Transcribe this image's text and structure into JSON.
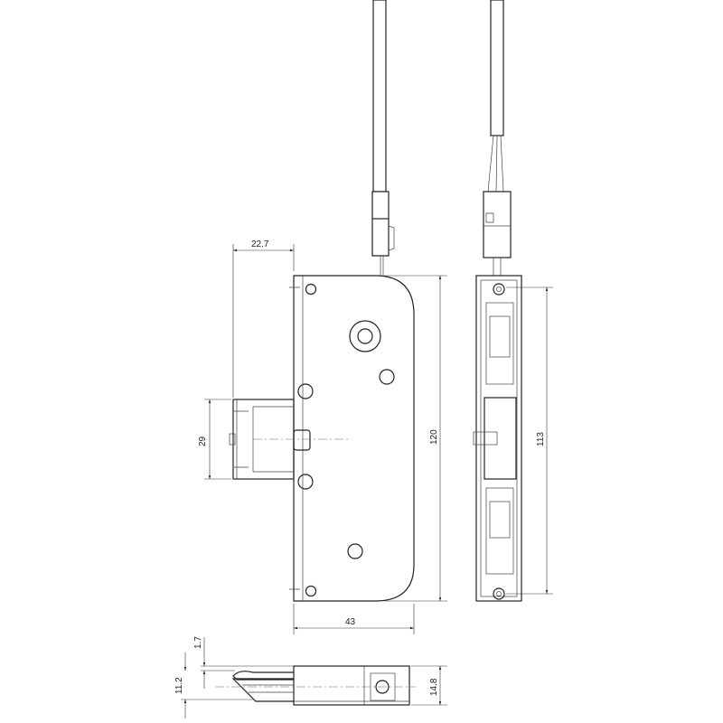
{
  "dimensions": {
    "bolt_projection": "22.7",
    "bolt_height": "29",
    "case_height": "120",
    "case_width": "43",
    "faceplate_hole_spacing": "113",
    "top_offset": "1.7",
    "bolt_thickness": "11.2",
    "case_thickness": "14.8"
  }
}
